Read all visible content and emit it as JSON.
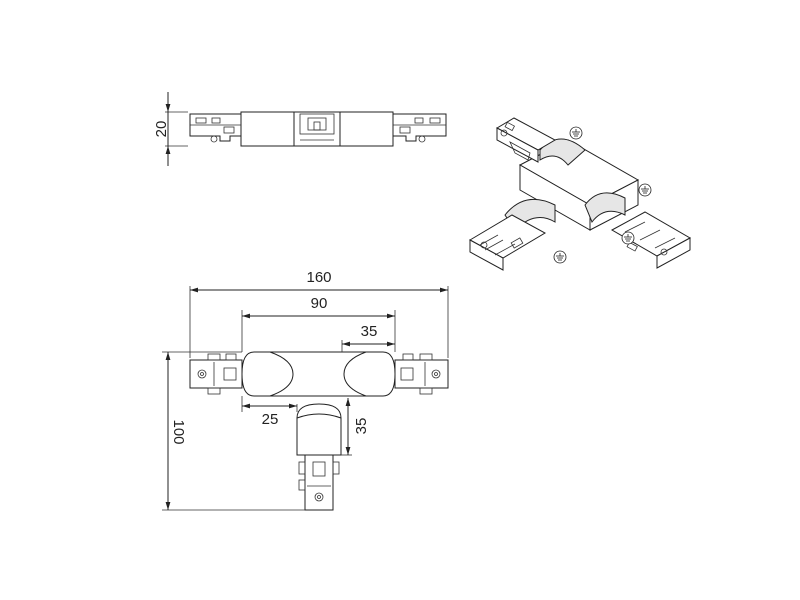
{
  "drawing": {
    "side_view": {
      "height_label": "20"
    },
    "top_view": {
      "overall_width_label": "160",
      "center_width_label": "90",
      "arm_width_label": "35",
      "offset_label": "25",
      "stem_offset_label": "35",
      "overall_height_label": "100"
    },
    "iso_view": {
      "earth_symbol_count": 4
    }
  }
}
